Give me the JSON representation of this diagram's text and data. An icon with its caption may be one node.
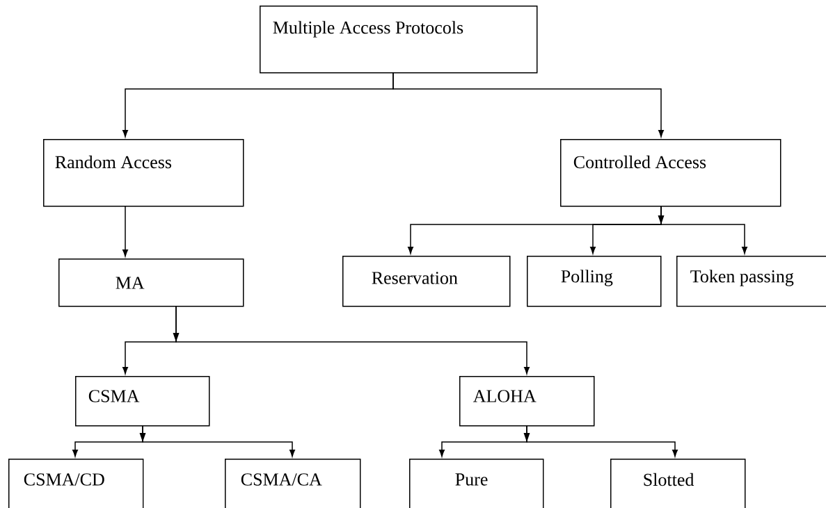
{
  "diagram": {
    "nodes": [
      {
        "text": [
          "Multiple Access Protocols"
        ]
      },
      {
        "text": [
          "Random Access"
        ]
      },
      {
        "text": [
          "Controlled Access"
        ]
      },
      {
        "text": [
          "MA"
        ]
      },
      {
        "text": [
          "Reservation"
        ]
      },
      {
        "text": [
          "Polling"
        ]
      },
      {
        "text": [
          "Token passing"
        ]
      },
      {
        "text": [
          "CSMA"
        ]
      },
      {
        "text": [
          "ALOHA"
        ]
      },
      {
        "text": [
          "CSMA/CD"
        ]
      },
      {
        "text": [
          "CSMA/CA"
        ]
      },
      {
        "text": [
          "Pure"
        ]
      },
      {
        "text": [
          "Slotted"
        ]
      }
    ],
    "edges": [
      {
        "from": 0,
        "to": 1,
        "arrow": "to"
      },
      {
        "from": 0,
        "to": 2,
        "arrow": "to"
      },
      {
        "from": 1,
        "to": 3,
        "arrow": "to"
      },
      {
        "from": 2,
        "to": 4,
        "arrow": "to"
      },
      {
        "from": 2,
        "to": 5,
        "arrow": "to"
      },
      {
        "from": 2,
        "to": 6,
        "arrow": "to"
      },
      {
        "from": 3,
        "to": 7,
        "arrow": "to"
      },
      {
        "from": 3,
        "to": 8,
        "arrow": "to"
      },
      {
        "from": 7,
        "to": 9,
        "arrow": "to"
      },
      {
        "from": 7,
        "to": 10,
        "arrow": "to"
      },
      {
        "from": 8,
        "to": 11,
        "arrow": "to"
      },
      {
        "from": 8,
        "to": 12,
        "arrow": "to"
      }
    ]
  }
}
